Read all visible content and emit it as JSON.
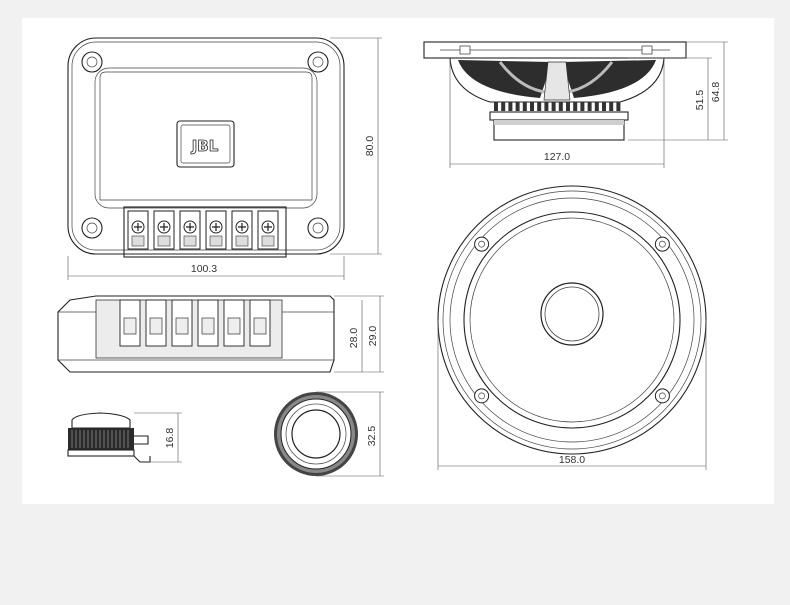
{
  "drawing": {
    "brand_logo_text": "JBL",
    "dimensions": {
      "crossover_width": "100.3",
      "crossover_height": "80.0",
      "crossover_depth_inner": "28.0",
      "crossover_depth_outer": "29.0",
      "woofer_side_depth_motor": "51.5",
      "woofer_side_depth_total": "64.8",
      "woofer_side_width": "127.0",
      "woofer_front_diameter": "158.0",
      "tweeter_side_height": "16.8",
      "tweeter_front_diameter": "32.5"
    }
  }
}
